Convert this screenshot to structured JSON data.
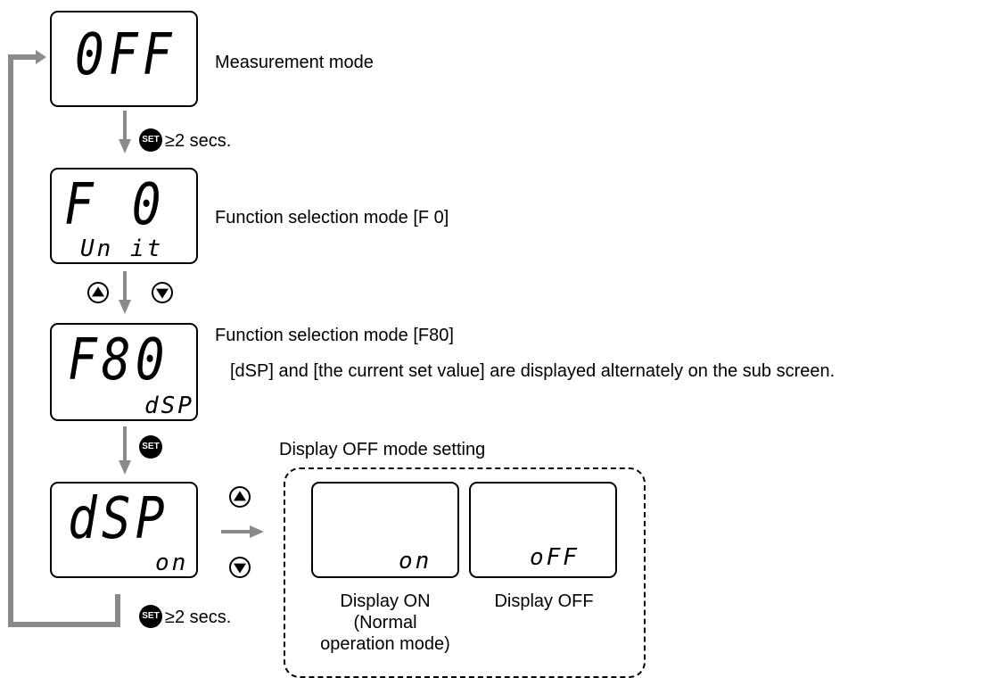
{
  "steps": [
    {
      "main": "0FF",
      "sub": "",
      "label": "Measurement mode"
    },
    {
      "main": "F  0",
      "sub": "Un it",
      "label": "Function selection mode [F 0]"
    },
    {
      "main": "F80",
      "sub": "dSP",
      "label": "Function selection mode [F80]",
      "note": "[dSP] and [the current set value] are displayed alternately on the sub screen."
    },
    {
      "main": "dSP",
      "sub": "on"
    }
  ],
  "transitions": {
    "set_hold_1": "≥2 secs.",
    "set_hold_2": "≥2 secs."
  },
  "buttons": {
    "set": "SET"
  },
  "setting_panel": {
    "title": "Display OFF mode setting",
    "options": [
      {
        "sub": "on",
        "caption_lines": [
          "Display ON",
          "(Normal",
          "operation mode)"
        ]
      },
      {
        "sub": "oFF",
        "caption_lines": [
          "Display OFF"
        ]
      }
    ]
  },
  "colors": {
    "arrow": "#8a8a8a",
    "line": "#000000"
  }
}
